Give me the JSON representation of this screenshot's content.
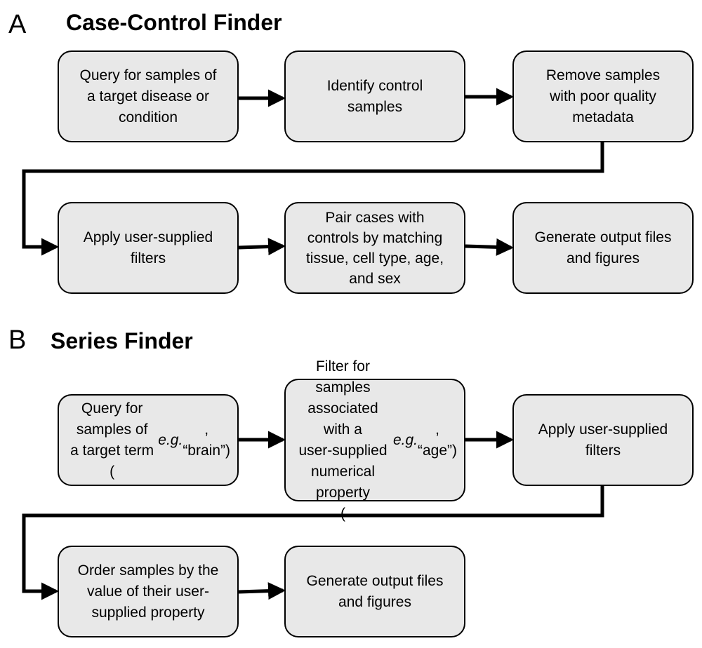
{
  "panel_a": {
    "letter": "A",
    "title": "Case-Control Finder",
    "boxes": [
      "Query for samples of\na target disease or\ncondition",
      "Identify control\nsamples",
      "Remove samples\nwith poor quality\nmetadata",
      "Apply user-supplied\nfilters",
      "Pair cases with\ncontrols by matching\ntissue, cell type, age,\nand sex",
      "Generate output files\nand figures"
    ]
  },
  "panel_b": {
    "letter": "B",
    "title": "Series Finder",
    "boxes": [
      "Query for samples of\na target term (e.g.,\n“brain”)",
      "Filter for samples\nassociated with a\nuser-supplied\nnumerical property\n(e.g., “age”)",
      "Apply user-supplied\nfilters",
      "Order samples by the\nvalue of their user-\nsupplied property",
      "Generate output files\nand figures"
    ]
  }
}
